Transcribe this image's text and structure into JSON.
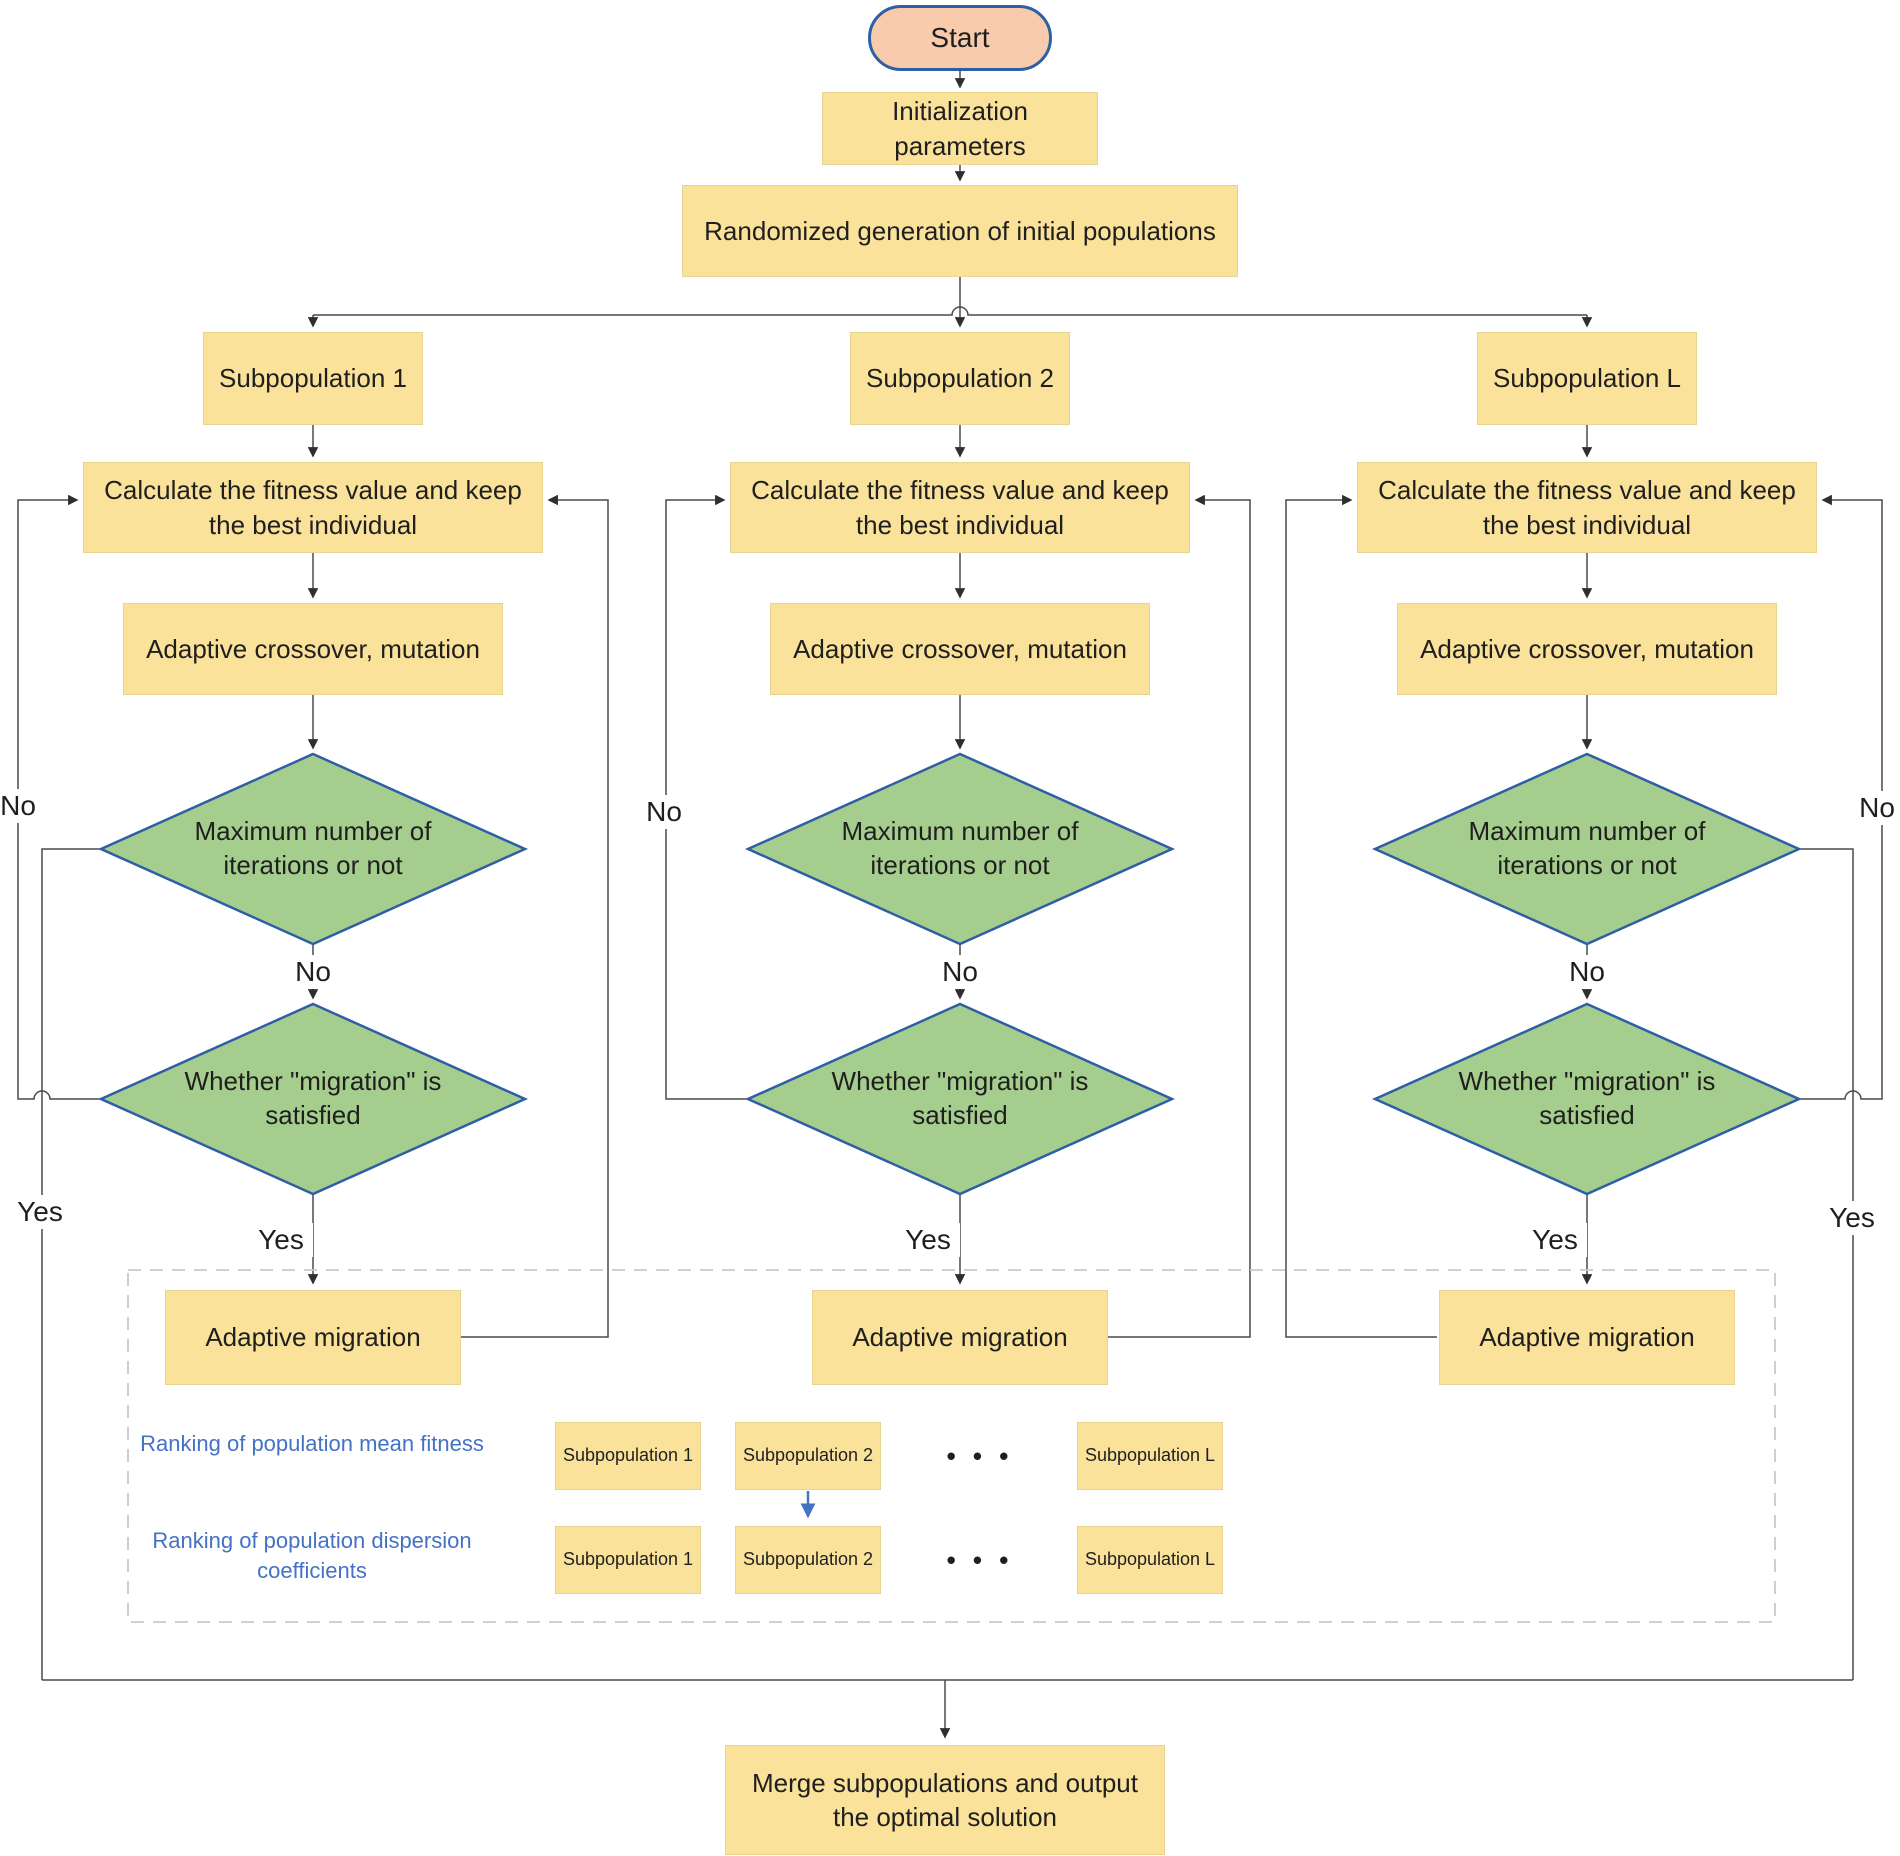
{
  "flow": {
    "start": "Start",
    "initialization": "Initialization parameters",
    "random_generation": "Randomized generation of initial populations",
    "merge": "Merge subpopulations and output the optimal solution"
  },
  "columns": [
    {
      "subpopulation": "Subpopulation 1",
      "calculate": "Calculate the fitness value and keep the best individual",
      "crossover": "Adaptive crossover, mutation",
      "max_iterations": "Maximum number of iterations or not",
      "migration_check": "Whether \"migration\" is satisfied",
      "adaptive_migration": "Adaptive migration",
      "no_mid": "No",
      "yes_mid": "Yes",
      "no_side": "No",
      "yes_side": "Yes"
    },
    {
      "subpopulation": "Subpopulation 2",
      "calculate": "Calculate the fitness value and keep the best individual",
      "crossover": "Adaptive crossover, mutation",
      "max_iterations": "Maximum number of iterations or not",
      "migration_check": "Whether \"migration\" is satisfied",
      "adaptive_migration": "Adaptive migration",
      "no_mid": "No",
      "yes_mid": "Yes",
      "no_side": "No"
    },
    {
      "subpopulation": "Subpopulation L",
      "calculate": "Calculate the fitness value and keep the best individual",
      "crossover": "Adaptive crossover, mutation",
      "max_iterations": "Maximum number of iterations or not",
      "migration_check": "Whether \"migration\" is satisfied",
      "adaptive_migration": "Adaptive migration",
      "no_mid": "No",
      "yes_mid": "Yes",
      "no_side": "No",
      "yes_side": "Yes"
    }
  ],
  "ranking": {
    "mean_fitness_label": "Ranking of population mean fitness",
    "dispersion_label": "Ranking of population dispersion coefficients",
    "row1": [
      "Subpopulation 1",
      "Subpopulation 2",
      "Subpopulation L"
    ],
    "row2": [
      "Subpopulation 1",
      "Subpopulation 2",
      "Subpopulation L"
    ],
    "ellipsis": "• • •"
  },
  "colors": {
    "node_fill": "#FAE29A",
    "diamond_fill": "#A5CD8D",
    "diamond_stroke": "#2E5FA5",
    "start_fill": "#F7CBAC",
    "accent_blue": "#4472C4",
    "line": "#4a4a4a",
    "dashed_border": "#c9c9c9"
  }
}
